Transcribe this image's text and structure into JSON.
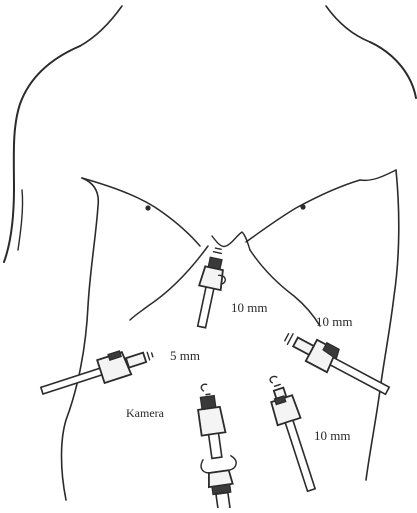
{
  "labels": {
    "port_epigastric": "10 mm",
    "port_right_upper": "10 mm",
    "port_left_lateral": "5 mm",
    "camera": "Kamera",
    "port_right_lower": "10 mm"
  },
  "colors": {
    "ink": "#2b2b2b",
    "background": "#ffffff"
  }
}
